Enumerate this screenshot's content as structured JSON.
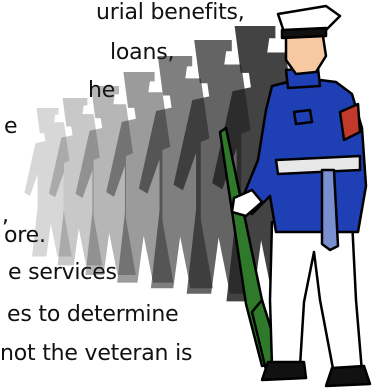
{
  "text_lines": [
    "urial benefits,",
    "loans,",
    "he",
    "e",
    ",",
    "ore.",
    "e services",
    "es to determine",
    "not  the  veteran  is"
  ],
  "illustration": {
    "subject": "marine-soldier-with-rifle-and-fading-shadow-soldiers",
    "colors": {
      "uniform_blue": "#1f3fb5",
      "trousers_white": "#ffffff",
      "skin": "#f6c9a2",
      "rifle_green": "#2f7a2a",
      "cap_white": "#ffffff",
      "chevron_red": "#c0392b",
      "outline": "#000000"
    }
  }
}
